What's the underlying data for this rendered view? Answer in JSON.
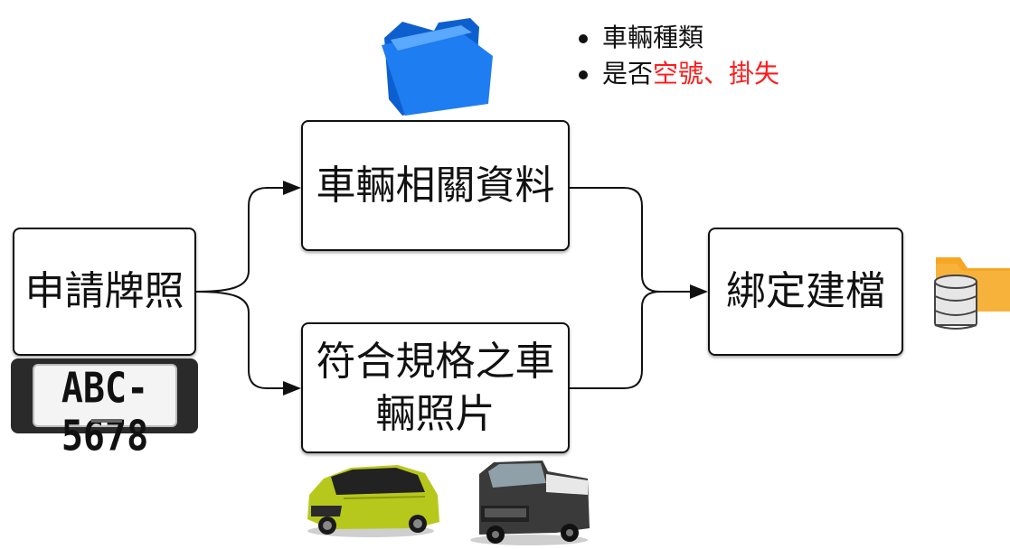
{
  "boxes": {
    "apply": "申請牌照",
    "vehicle_data": "車輛相關資料",
    "vehicle_photo": "符合規格之車輛照片",
    "bind": "綁定建檔"
  },
  "bullets": [
    {
      "segments": [
        {
          "text": "車輛種類",
          "color": "#111111"
        }
      ]
    },
    {
      "segments": [
        {
          "text": "是否",
          "color": "#111111"
        },
        {
          "text": "空號、掛失",
          "color": "#ff1a1a"
        }
      ]
    }
  ],
  "plate": {
    "number": "ABC-5678"
  },
  "icons": {
    "folder": "folder-icon",
    "database": "database-folder-icon",
    "car_green": "green-minivan-image",
    "truck": "pickup-truck-image"
  },
  "colors": {
    "folder": "#1976e8",
    "db_folder": "#f5a623",
    "highlight": "#ff1a1a"
  }
}
